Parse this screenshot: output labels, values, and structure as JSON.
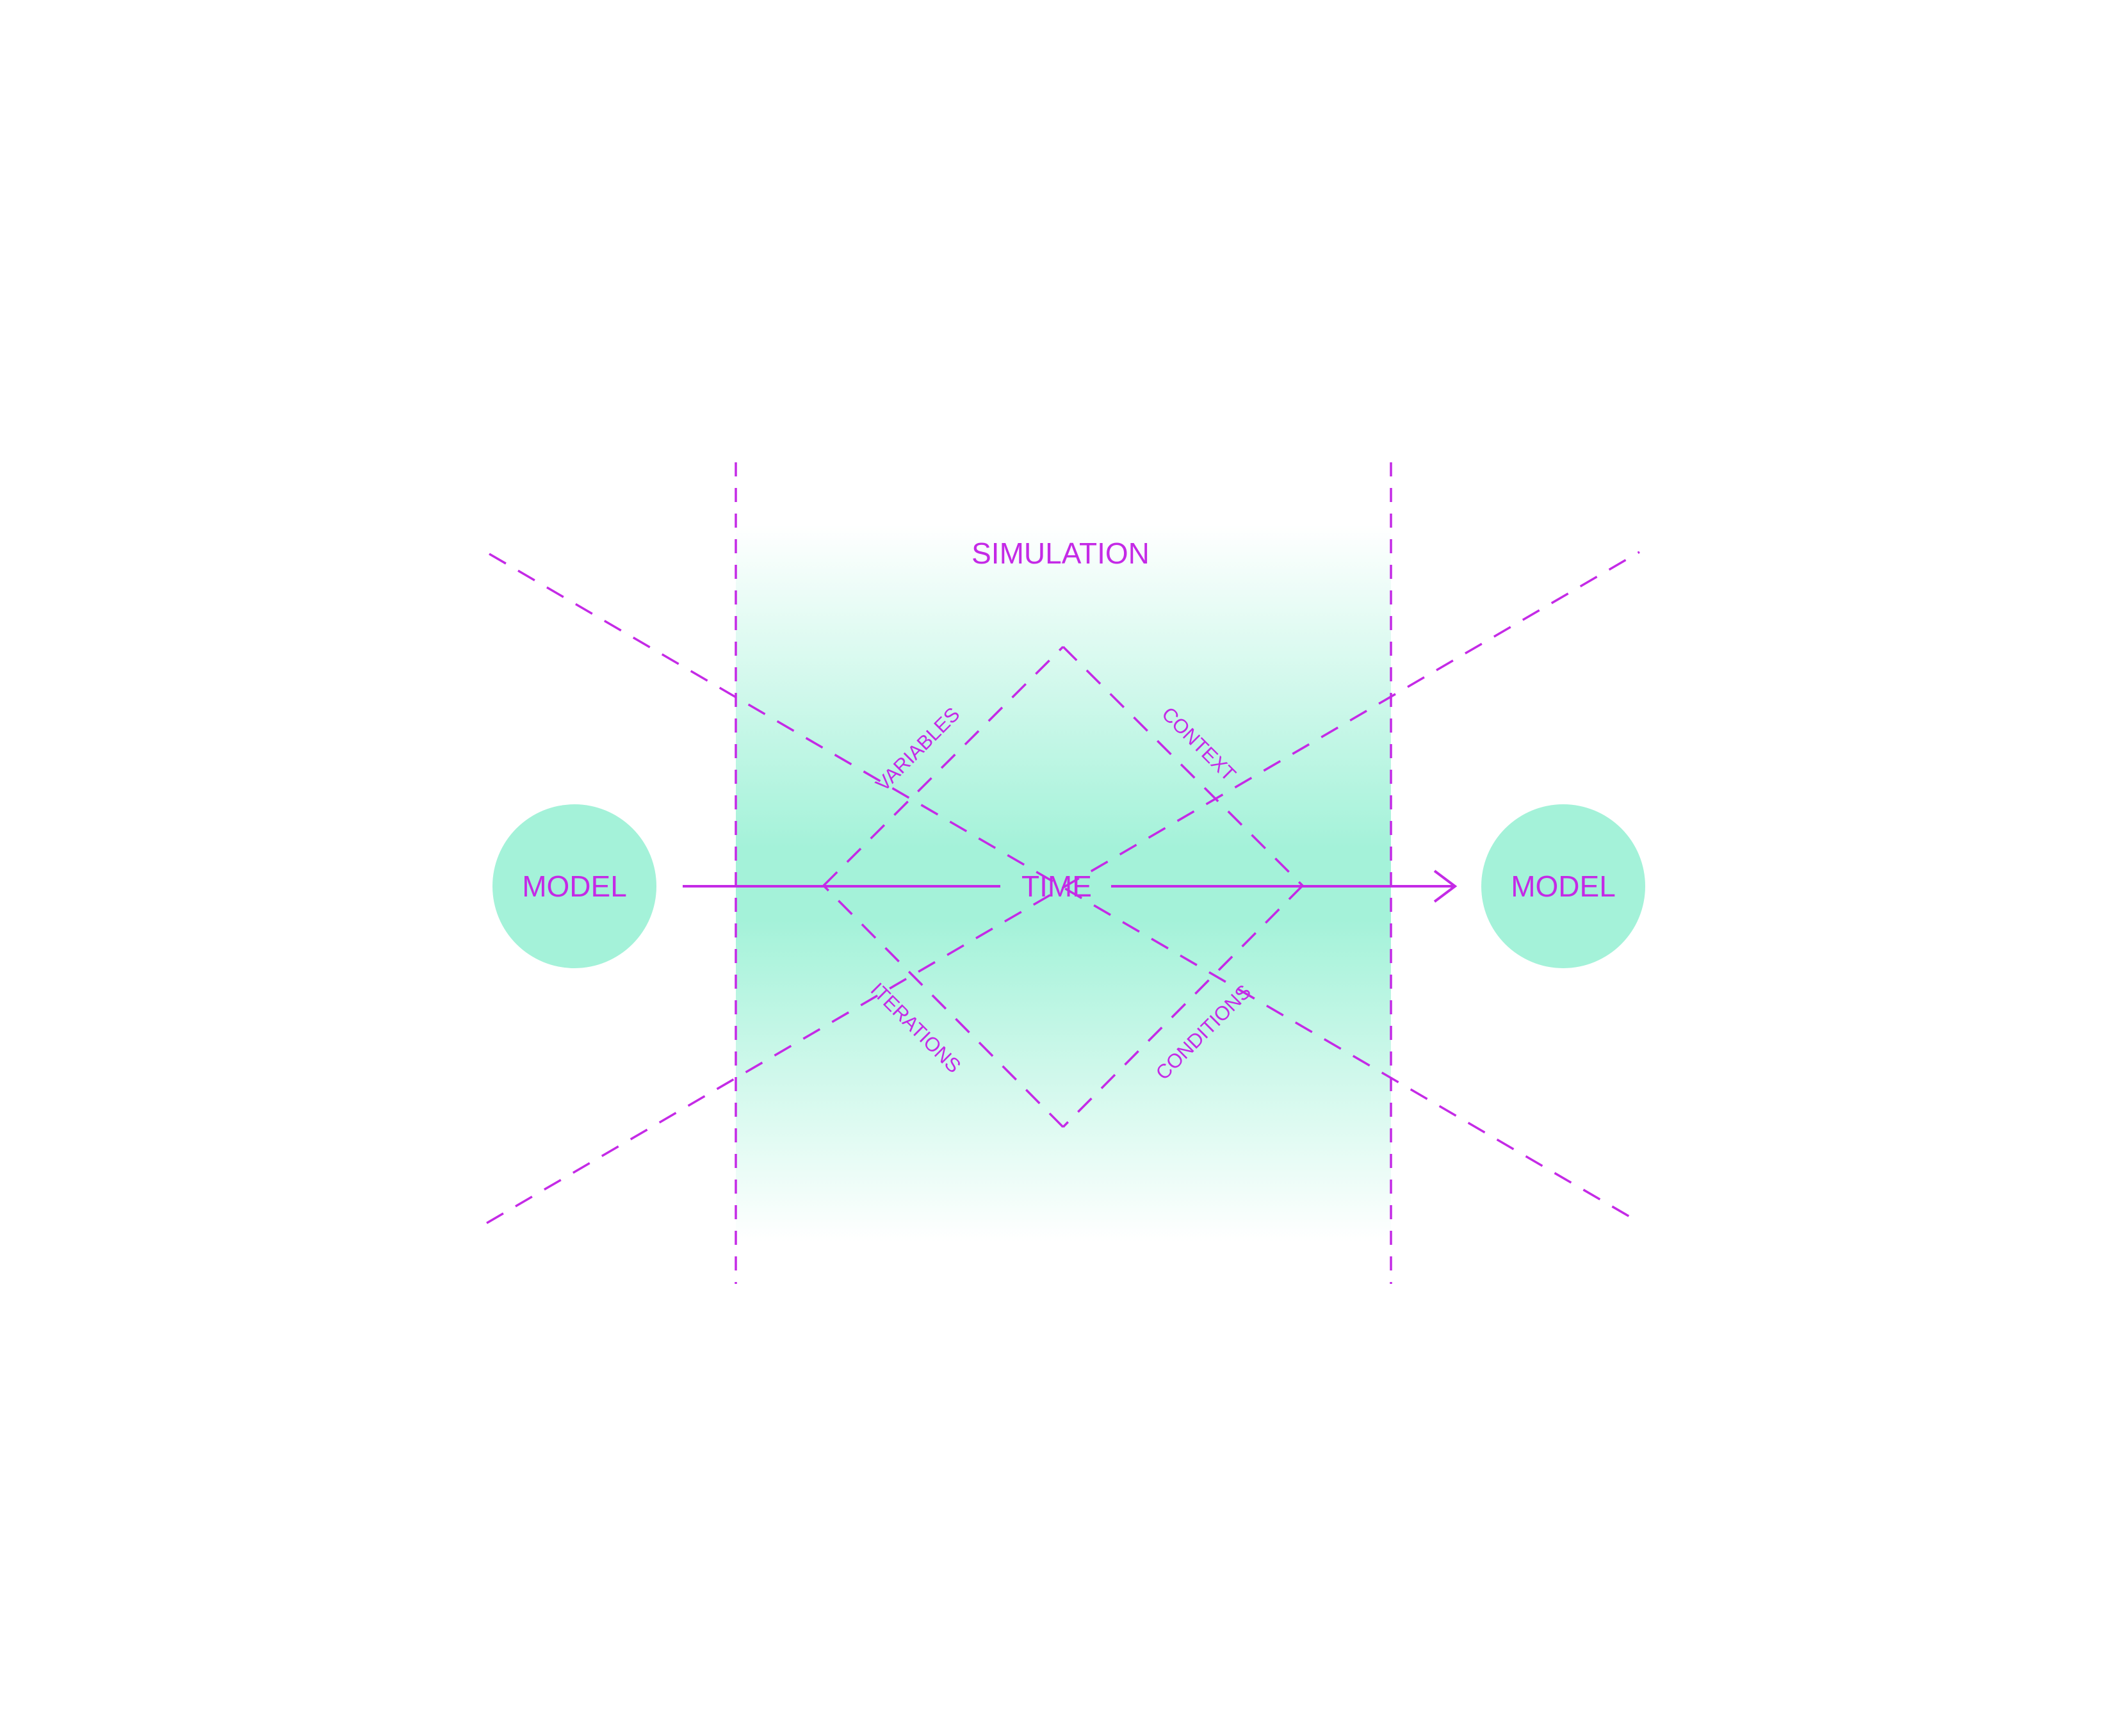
{
  "diagram": {
    "title": "SIMULATION",
    "nodes": {
      "model_left": "MODEL",
      "model_right": "MODEL"
    },
    "axis_label": "TIME",
    "edge_labels": {
      "variables": "VARIABLES",
      "context": "CONTEXT",
      "iterations": "ITERATIONS",
      "conditions": "CONDITIONS"
    }
  },
  "colors": {
    "accent": "#c42ae6",
    "mint": "#a4f2d9",
    "background": "#ffffff"
  }
}
